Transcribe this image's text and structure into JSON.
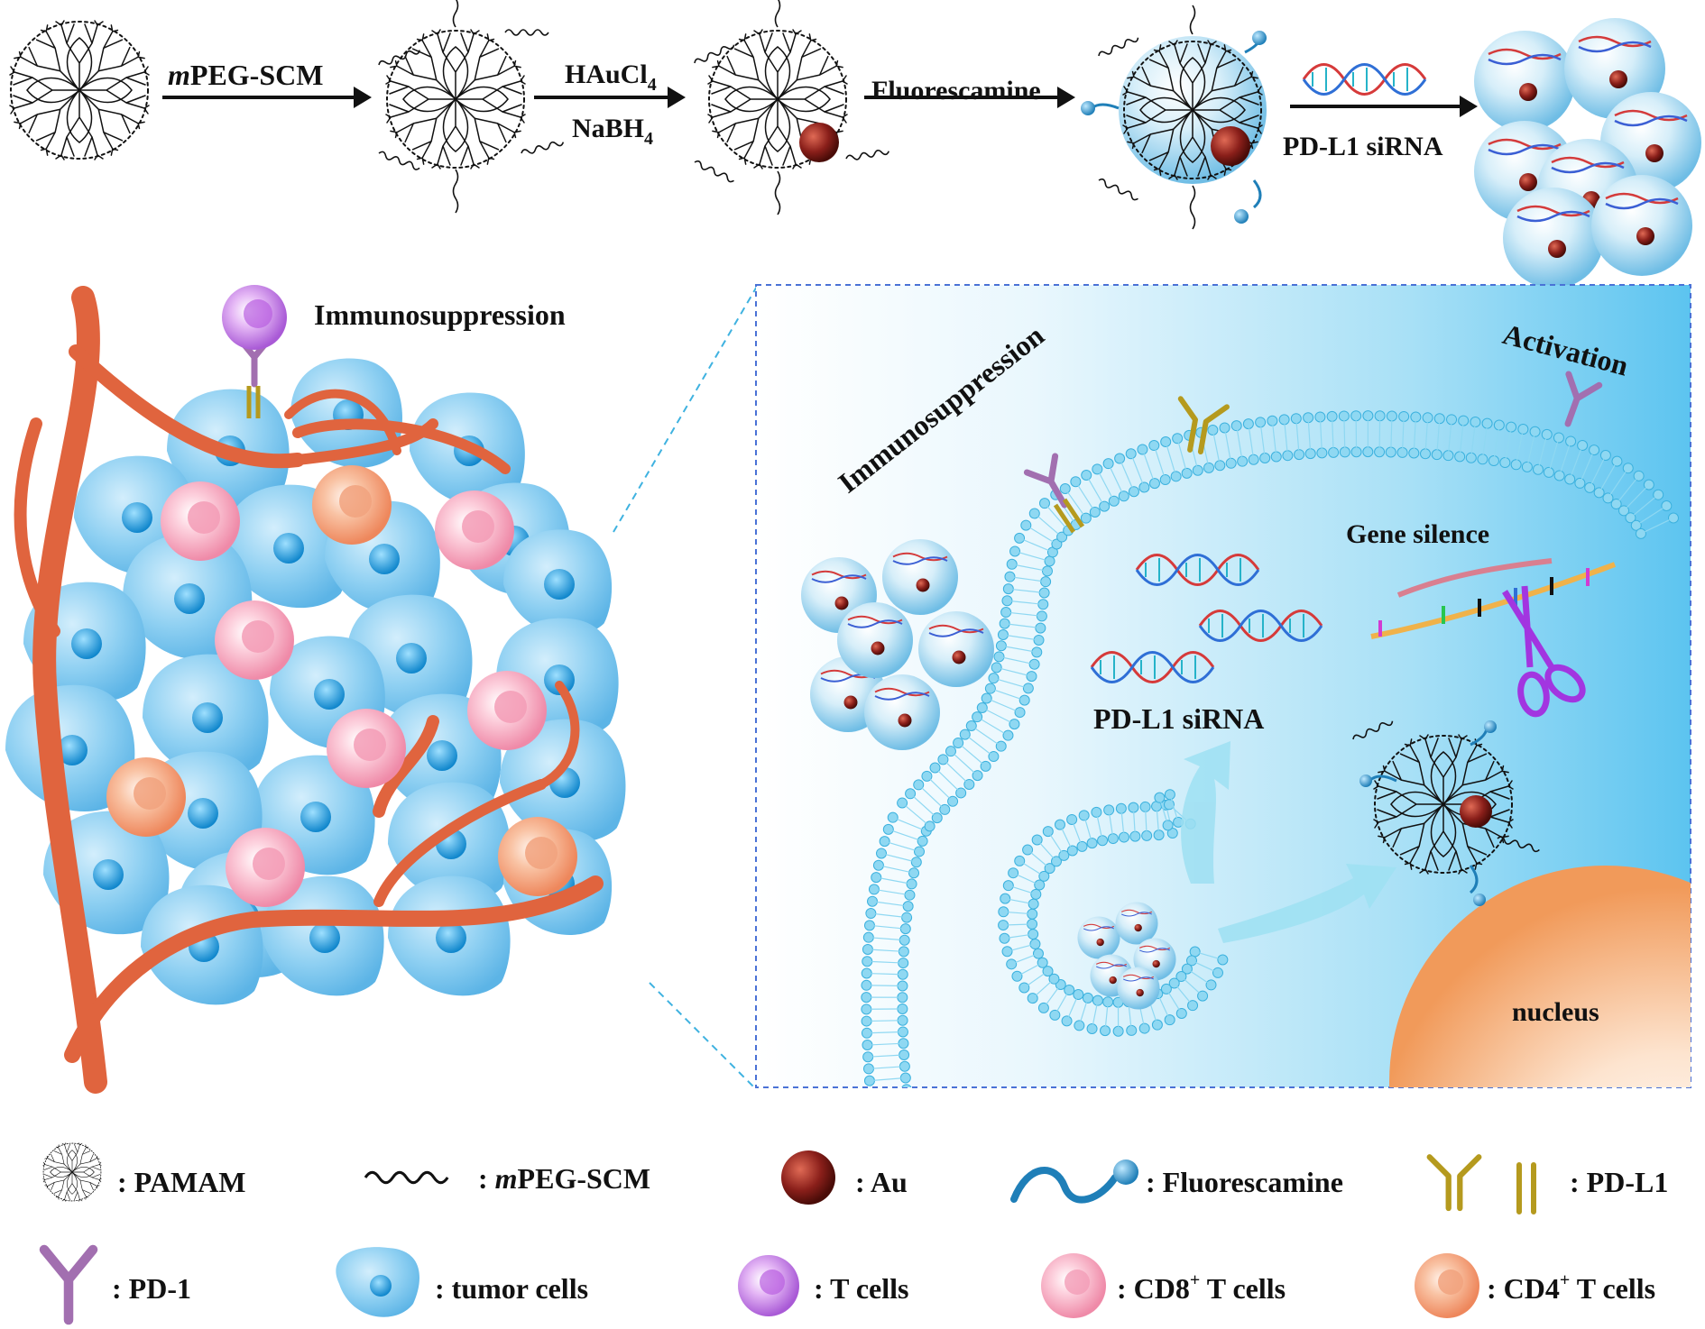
{
  "synthesis": {
    "step1": {
      "italic": "m",
      "rest": "PEG-SCM"
    },
    "step2_top": {
      "base": "HAuCl",
      "sub": "4"
    },
    "step2_bottom": {
      "base": "NaBH",
      "sub": "4"
    },
    "step3": "Fluorescamine",
    "step4": "PD-L1 siRNA"
  },
  "tumor": {
    "immunosuppression_label": "Immunosuppression"
  },
  "zoom": {
    "immunosuppression_label": "Immunosuppression",
    "activation_label": "Activation",
    "gene_silence_label": "Gene silence",
    "sirna_label": "PD-L1 siRNA",
    "nucleus_label": "nucleus"
  },
  "legend": {
    "pamam": ": PAMAM",
    "mpeg": {
      "prefix": ": ",
      "italic": "m",
      "rest": "PEG-SCM"
    },
    "au": ": Au",
    "fluorescamine": ": Fluorescamine",
    "pdl1": ": PD-L1",
    "pd1": ": PD-1",
    "tumor_cells": ": tumor cells",
    "t_cells": ": T cells",
    "cd8": {
      "prefix": ": CD8",
      "sup": "+",
      "rest": " T cells"
    },
    "cd4": {
      "prefix": ": CD4",
      "sup": "+",
      "rest": " T cells"
    }
  },
  "colors": {
    "tumor_cell": "#7ec8ee",
    "nucleus_dot": "#1d9ad8",
    "vessel": "#e0643e",
    "cd8": "#f49bb4",
    "cd4": "#f2a07a",
    "t_cell": "#c07ae0",
    "pd1": "#a26fb0",
    "pdl1": "#b59a1e",
    "au": "#8a1f1a",
    "membrane": "#7fd0ef",
    "nucleus": "#f5a86c"
  }
}
